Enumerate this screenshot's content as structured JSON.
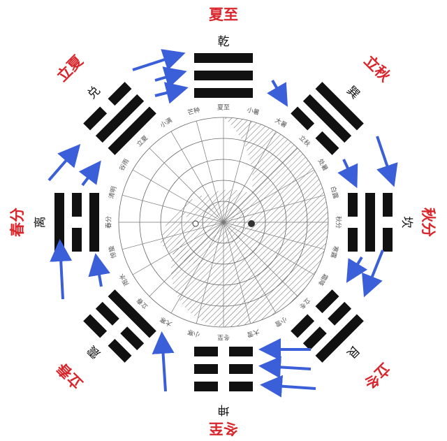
{
  "colors": {
    "accent_red": "#d9262c",
    "arrow_blue": "#3a5fd8",
    "line": "#111111"
  },
  "solar_terms": [
    "夏至",
    "小暑",
    "大暑",
    "立秋",
    "处暑",
    "白露",
    "秋分",
    "寒露",
    "霜降",
    "立冬",
    "小雪",
    "大雪",
    "冬至",
    "小寒",
    "大寒",
    "立春",
    "雨水",
    "惊蛰",
    "春分",
    "清明",
    "谷雨",
    "立夏",
    "小满",
    "芒种"
  ],
  "trigrams": [
    {
      "name": "乾",
      "lines": [
        1,
        1,
        1
      ],
      "season": "夏至"
    },
    {
      "name": "巽",
      "lines": [
        1,
        1,
        0
      ],
      "season": "立秋"
    },
    {
      "name": "坎",
      "lines": [
        0,
        1,
        0
      ],
      "season": "秋分"
    },
    {
      "name": "艮",
      "lines": [
        1,
        0,
        0
      ],
      "season": "立冬"
    },
    {
      "name": "坤",
      "lines": [
        0,
        0,
        0
      ],
      "season": "冬至"
    },
    {
      "name": "震",
      "lines": [
        0,
        0,
        1
      ],
      "season": "立春"
    },
    {
      "name": "离",
      "lines": [
        1,
        0,
        1
      ],
      "season": "春分"
    },
    {
      "name": "兑",
      "lines": [
        0,
        1,
        1
      ],
      "season": "立夏"
    }
  ]
}
